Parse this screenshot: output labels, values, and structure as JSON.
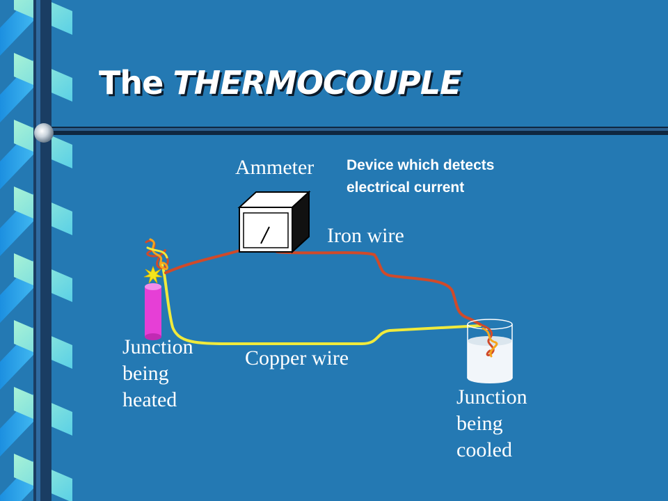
{
  "slide": {
    "title_part1": "The",
    "title_part2": "THERMOCOUPLE"
  },
  "labels": {
    "ammeter": "Ammeter",
    "device_note_line1": "Device which detects",
    "device_note_line2": "electrical current",
    "iron_wire": "Iron wire",
    "copper_wire": "Copper wire",
    "hot_junction_line1": "Junction",
    "hot_junction_line2": "being",
    "hot_junction_line3": "heated",
    "cold_junction_line1": "Junction",
    "cold_junction_line2": "being",
    "cold_junction_line3": "cooled"
  },
  "colors": {
    "background": "#2479b3",
    "iron_wire": "#d04a2a",
    "copper_wire": "#f0ea3c",
    "heater": "#e63fd6",
    "flame": "#f5a51c",
    "ice_water": "#f2f6fa"
  }
}
